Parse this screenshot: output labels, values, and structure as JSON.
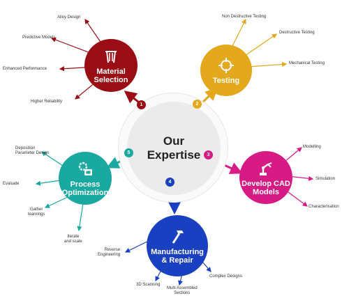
{
  "center": {
    "line1": "Our",
    "line2": "Expertise"
  },
  "nodes": [
    {
      "label": "Material\nSelection",
      "badge": "1",
      "color": "#9b0d14",
      "icon": "crucible-icon",
      "items": [
        "Alloy Design",
        "Predictive Models",
        "Enhanced Performance",
        "Higher Reliability"
      ]
    },
    {
      "label": "Testing",
      "badge": "2",
      "color": "#e3a81b",
      "icon": "crosshair-icon",
      "items": [
        "Non Destructive Testing",
        "Destructive Testing",
        "Mechanical Testing"
      ]
    },
    {
      "label": "Develop CAD\nModels",
      "badge": "3",
      "color": "#d81b84",
      "icon": "robot-arm-icon",
      "items": [
        "Modelling",
        "Simulation",
        "Characterisation"
      ]
    },
    {
      "label": "Manufacturing\n& Repair",
      "badge": "4",
      "color": "#1a40c2",
      "icon": "hammer-icon",
      "items": [
        "Reverse\nEngineering",
        "3D Scanning",
        "Multi Assembled\nSections",
        "Complex Designs"
      ]
    },
    {
      "label": "Process\nOptimization",
      "badge": "5",
      "color": "#19a9a0",
      "icon": "gear-process-icon",
      "items": [
        "Deposition\nParameter Design",
        "Evaluate",
        "Gather\nlearnings",
        "Iterate\nand scale"
      ]
    }
  ]
}
